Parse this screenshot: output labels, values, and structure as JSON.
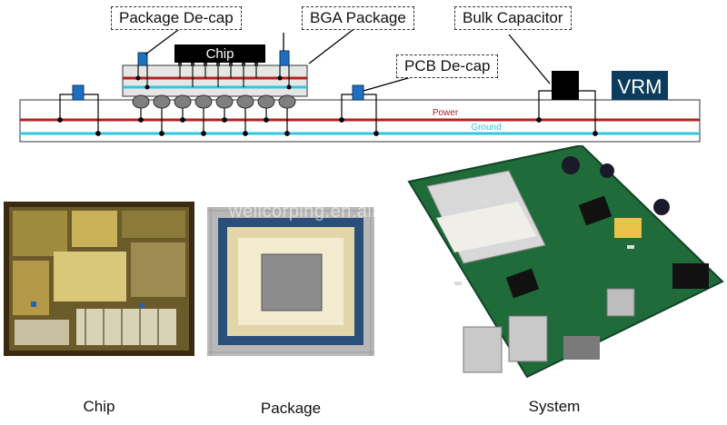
{
  "labels": {
    "package_decap": "Package De-cap",
    "bga_package": "BGA Package",
    "bulk_capacitor": "Bulk Capacitor",
    "chip": "Chip",
    "pcb_decap": "PCB De-cap",
    "vrm": "VRM",
    "power": "Power",
    "ground": "Ground"
  },
  "photos": {
    "chip_caption": "Chip",
    "package_caption": "Package",
    "system_caption": "System",
    "watermark": "wellcorping.en.alibaba.com"
  },
  "colors": {
    "power_plane": "#b22222",
    "ground_plane": "#2fc6e0",
    "decap": "#1e6fbf",
    "vrm_box": "#0b3c5d",
    "chip_box": "#000000",
    "solder_ball": "#808080"
  }
}
